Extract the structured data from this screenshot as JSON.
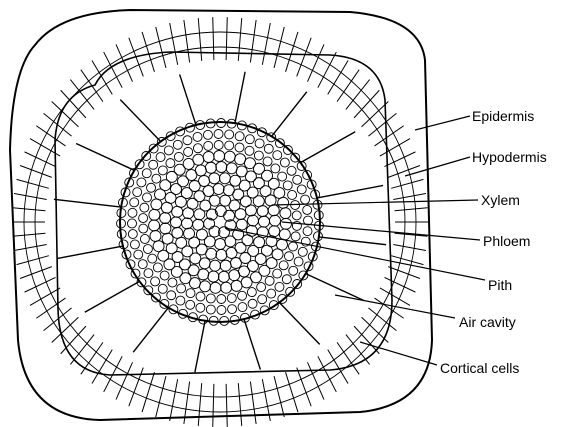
{
  "diagram": {
    "labels": {
      "epidermis": "Epidermis",
      "hypodermis": "Hypodermis",
      "xylem": "Xylem",
      "phloem": "Phloem",
      "pith": "Pith",
      "air_cavity": "Air cavity",
      "cortical_cells": "Cortical cells"
    },
    "colors": {
      "ink": "#000000",
      "background": "#ffffff"
    }
  }
}
